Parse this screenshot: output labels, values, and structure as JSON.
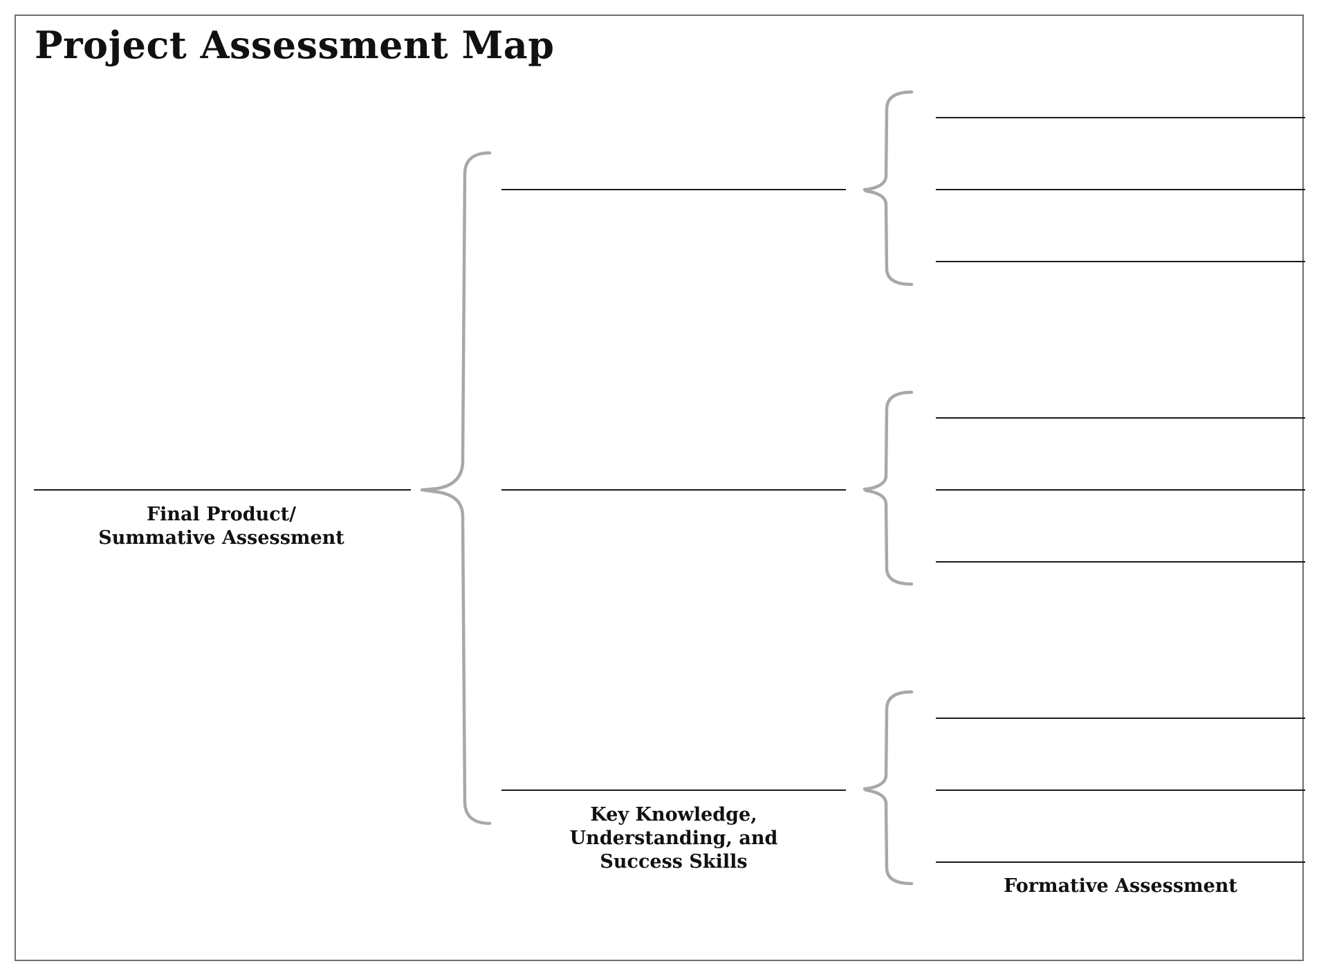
{
  "title": "Project Assessment Map",
  "labels": {
    "summative": {
      "line1": "Final Product/",
      "line2": "Summative Assessment"
    },
    "key_knowledge": {
      "line1": "Key Knowledge,",
      "line2": "Understanding, and",
      "line3": "Success Skills"
    },
    "formative": "Formative Assessment"
  }
}
